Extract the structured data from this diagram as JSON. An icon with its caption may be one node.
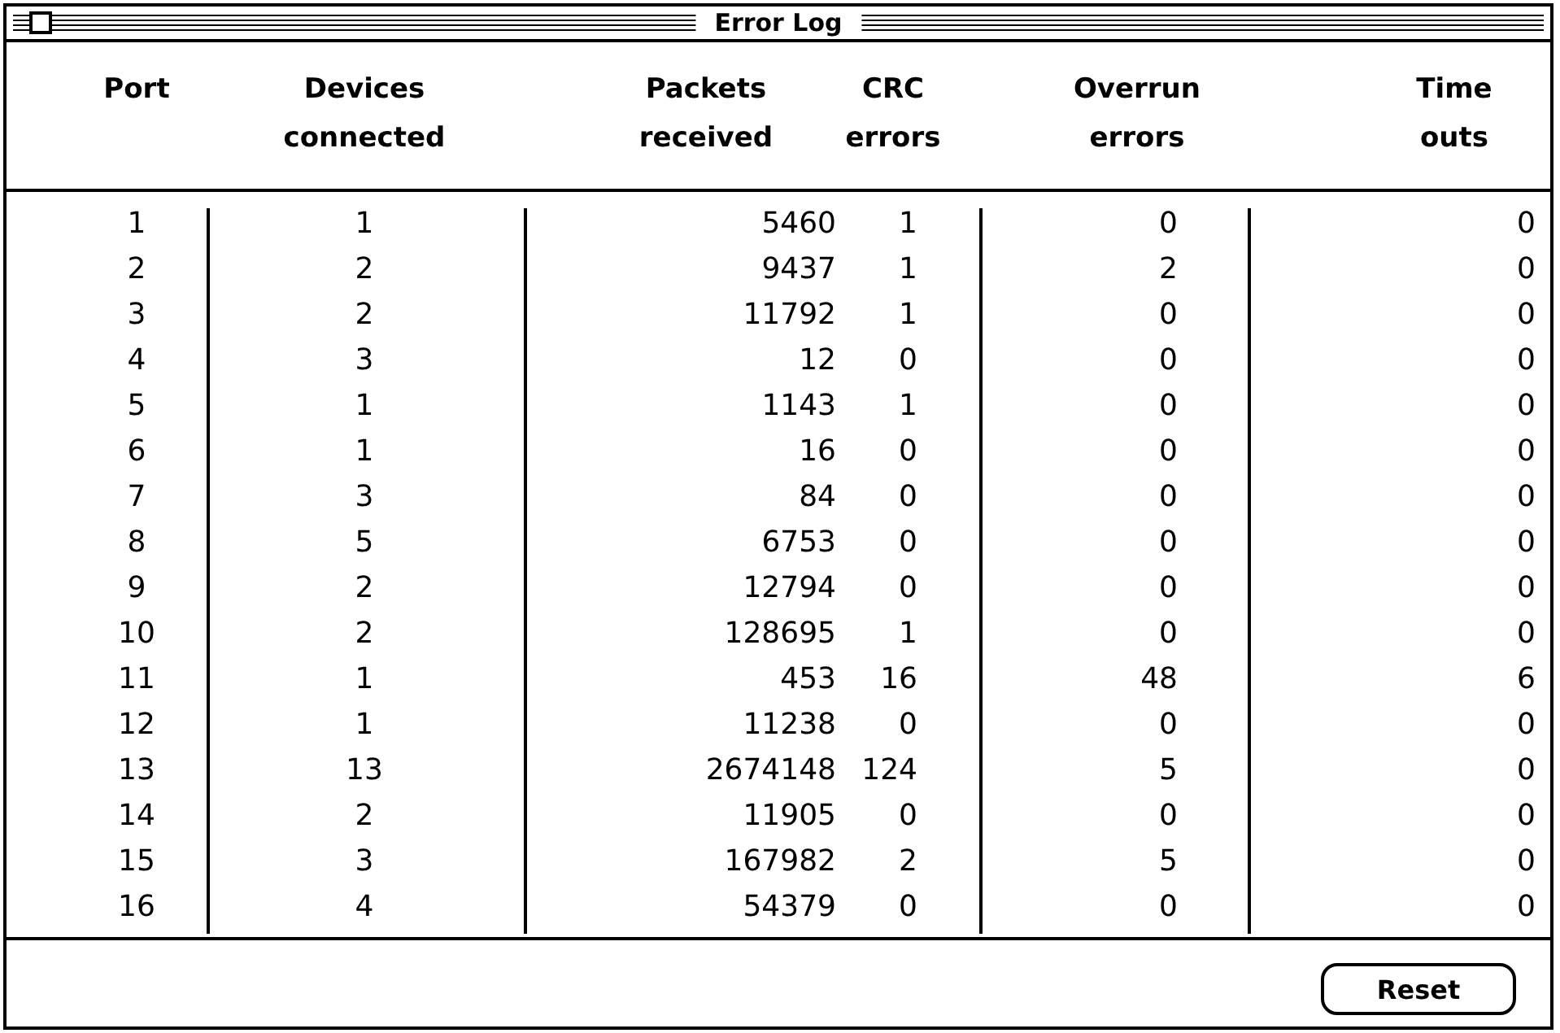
{
  "diagram": {
    "title": "Error Log",
    "labels": [
      "Port",
      "Devices connected",
      "Packets received",
      "CRC errors",
      "Overrun errors",
      "Time outs",
      "1",
      "1",
      "5460",
      "1",
      "0",
      "0",
      "2",
      "2",
      "9437",
      "1",
      "2",
      "0",
      "3",
      "2",
      "11792",
      "1",
      "0",
      "0",
      "4",
      "3",
      "12",
      "0",
      "0",
      "0",
      "5",
      "1",
      "1143",
      "1",
      "0",
      "0",
      "6",
      "1",
      "16",
      "0",
      "0",
      "0",
      "7",
      "3",
      "84",
      "0",
      "0",
      "0",
      "8",
      "5",
      "6753",
      "0",
      "0",
      "0",
      "9",
      "2",
      "12794",
      "0",
      "0",
      "0",
      "10",
      "2",
      "128695",
      "1",
      "0",
      "0",
      "11",
      "1",
      "453",
      "16",
      "48",
      "6",
      "12",
      "1",
      "11238",
      "0",
      "0",
      "0",
      "13",
      "13",
      "2674148",
      "124",
      "5",
      "0",
      "14",
      "2",
      "11905",
      "0",
      "0",
      "0",
      "15",
      "3",
      "167982",
      "2",
      "5",
      "0",
      "16",
      "4",
      "54379",
      "0",
      "0",
      "0",
      "Reset"
    ]
  }
}
